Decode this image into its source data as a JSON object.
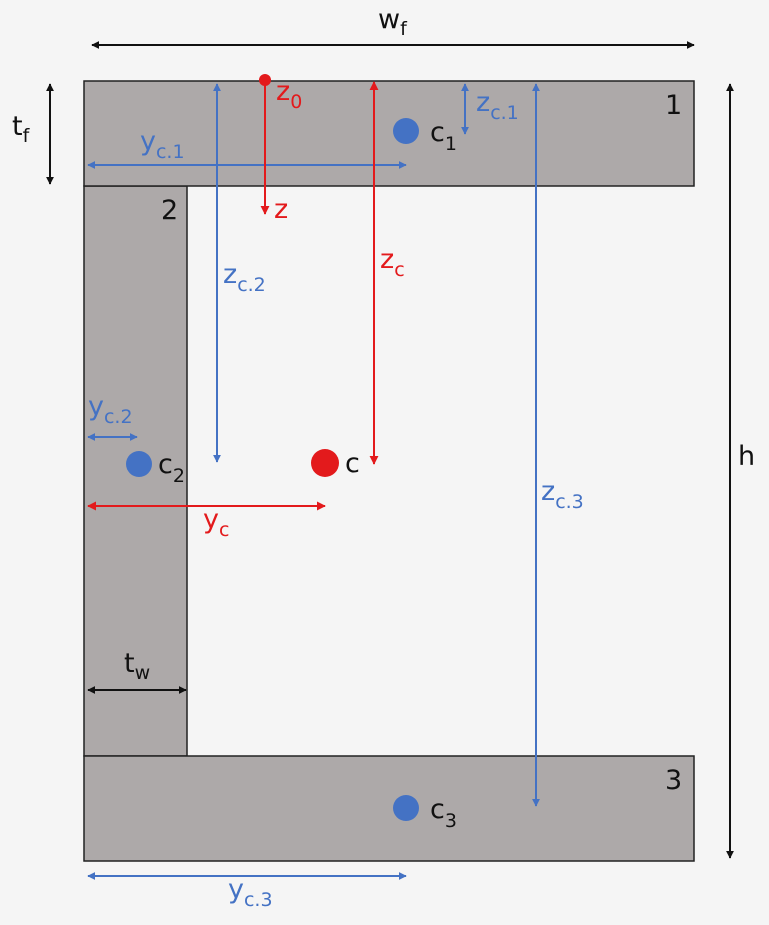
{
  "colors": {
    "background": "#f5f5f5",
    "part_fill": "#ada9a9",
    "part_stroke": "#222222",
    "blue": "#4472c4",
    "red": "#e31a1c",
    "black": "#111111"
  },
  "parts": {
    "part_1_number": "1",
    "part_2_number": "2",
    "part_3_number": "3"
  },
  "labels": {
    "w": {
      "main": "w",
      "sub": "f"
    },
    "t_f": {
      "main": "t",
      "sub": "f"
    },
    "h": {
      "main": "h"
    },
    "t_w": {
      "main": "t",
      "sub": "w"
    },
    "z0": {
      "main": "z",
      "sub": "0"
    },
    "z": {
      "main": "z"
    },
    "z_c": {
      "main": "z",
      "sub": "c"
    },
    "y_c": {
      "main": "y",
      "sub": "c"
    },
    "c": {
      "main": "c"
    },
    "c1": {
      "main": "c",
      "sub": "1"
    },
    "c2": {
      "main": "c",
      "sub": "2"
    },
    "c3": {
      "main": "c",
      "sub": "3"
    },
    "z_c1": {
      "main": "z",
      "sub": "c.1"
    },
    "z_c2": {
      "main": "z",
      "sub": "c.2"
    },
    "z_c3": {
      "main": "z",
      "sub": "c.3"
    },
    "y_c1": {
      "main": "y",
      "sub": "c.1"
    },
    "y_c2": {
      "main": "y",
      "sub": "c.2"
    },
    "y_c3": {
      "main": "y",
      "sub": "c.3"
    }
  }
}
